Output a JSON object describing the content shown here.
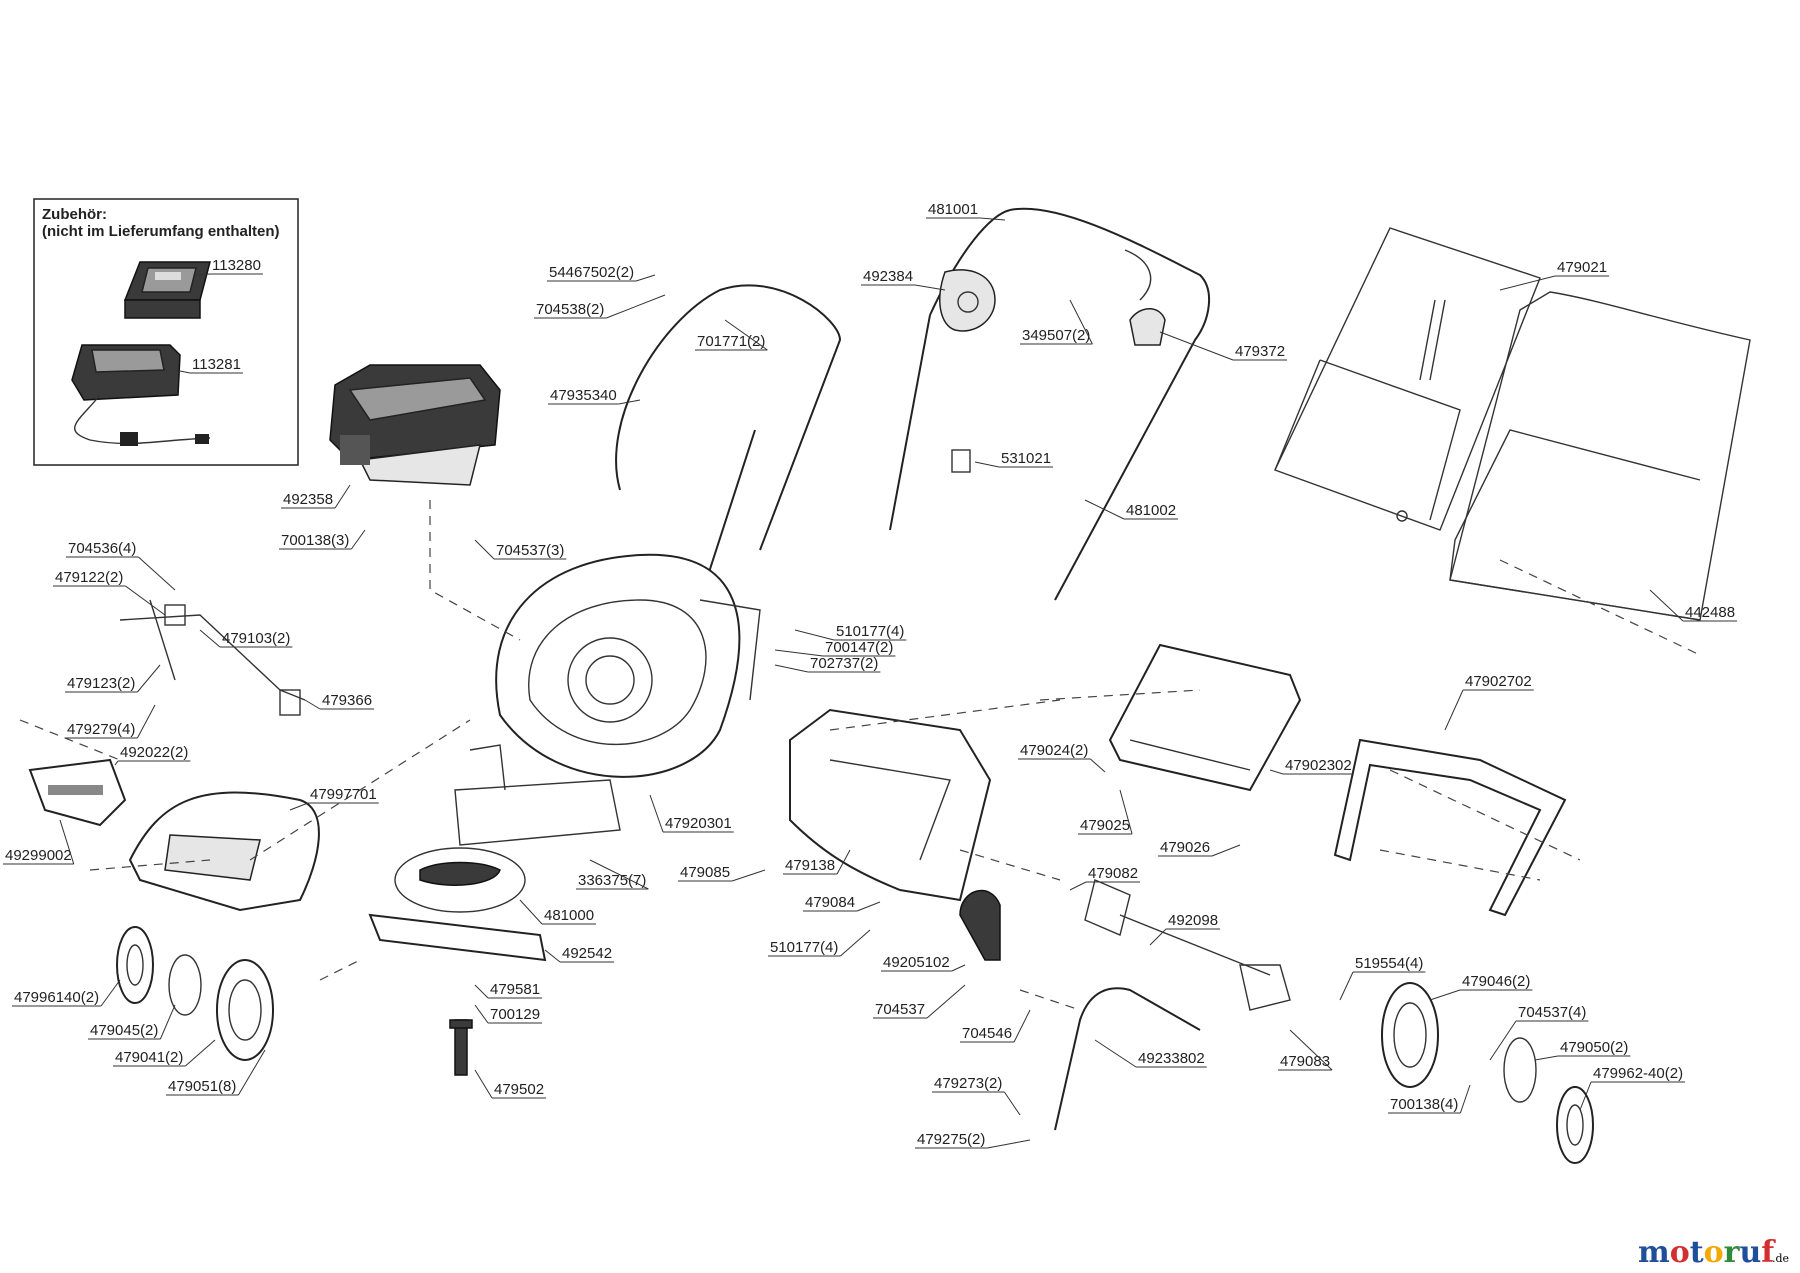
{
  "accessories": {
    "title_line1": "Zubehör:",
    "title_line2": "(nicht im Lieferumfang enthalten)"
  },
  "parts": [
    {
      "id": "113280",
      "label": "113280"
    },
    {
      "id": "113281",
      "label": "113281"
    },
    {
      "id": "481001",
      "label": "481001"
    },
    {
      "id": "492384",
      "label": "492384"
    },
    {
      "id": "349507",
      "label": "349507(2)"
    },
    {
      "id": "479372",
      "label": "479372"
    },
    {
      "id": "479021",
      "label": "479021"
    },
    {
      "id": "54467502",
      "label": "54467502(2)"
    },
    {
      "id": "704538",
      "label": "704538(2)"
    },
    {
      "id": "701771",
      "label": "701771(2)"
    },
    {
      "id": "47935340",
      "label": "47935340"
    },
    {
      "id": "531021",
      "label": "531021"
    },
    {
      "id": "481002",
      "label": "481002"
    },
    {
      "id": "492358",
      "label": "492358"
    },
    {
      "id": "700138-3",
      "label": "700138(3)"
    },
    {
      "id": "704537-3",
      "label": "704537(3)"
    },
    {
      "id": "704536",
      "label": "704536(4)"
    },
    {
      "id": "479122",
      "label": "479122(2)"
    },
    {
      "id": "479103",
      "label": "479103(2)"
    },
    {
      "id": "479123",
      "label": "479123(2)"
    },
    {
      "id": "479366",
      "label": "479366"
    },
    {
      "id": "479279",
      "label": "479279(4)"
    },
    {
      "id": "492022",
      "label": "492022(2)"
    },
    {
      "id": "47997701",
      "label": "47997701"
    },
    {
      "id": "49299002",
      "label": "49299002"
    },
    {
      "id": "510177-4a",
      "label": "510177(4)"
    },
    {
      "id": "700147",
      "label": "700147(2)"
    },
    {
      "id": "702737",
      "label": "702737(2)"
    },
    {
      "id": "442488",
      "label": "442488"
    },
    {
      "id": "47902702",
      "label": "47902702"
    },
    {
      "id": "479024",
      "label": "479024(2)"
    },
    {
      "id": "47902302",
      "label": "47902302"
    },
    {
      "id": "479025",
      "label": "479025"
    },
    {
      "id": "479026",
      "label": "479026"
    },
    {
      "id": "47920301",
      "label": "47920301"
    },
    {
      "id": "336375",
      "label": "336375(7)"
    },
    {
      "id": "479085",
      "label": "479085"
    },
    {
      "id": "479138",
      "label": "479138"
    },
    {
      "id": "479084",
      "label": "479084"
    },
    {
      "id": "510177-4b",
      "label": "510177(4)"
    },
    {
      "id": "479082",
      "label": "479082"
    },
    {
      "id": "492098",
      "label": "492098"
    },
    {
      "id": "481000",
      "label": "481000"
    },
    {
      "id": "492542",
      "label": "492542"
    },
    {
      "id": "479581",
      "label": "479581"
    },
    {
      "id": "700129",
      "label": "700129"
    },
    {
      "id": "479502",
      "label": "479502"
    },
    {
      "id": "49205102",
      "label": "49205102"
    },
    {
      "id": "704537",
      "label": "704537"
    },
    {
      "id": "704546",
      "label": "704546"
    },
    {
      "id": "519554",
      "label": "519554(4)"
    },
    {
      "id": "479046",
      "label": "479046(2)"
    },
    {
      "id": "704537-4",
      "label": "704537(4)"
    },
    {
      "id": "479050",
      "label": "479050(2)"
    },
    {
      "id": "479962-40",
      "label": "479962-40(2)"
    },
    {
      "id": "700138-4",
      "label": "700138(4)"
    },
    {
      "id": "479083",
      "label": "479083"
    },
    {
      "id": "49233802",
      "label": "49233802"
    },
    {
      "id": "479273",
      "label": "479273(2)"
    },
    {
      "id": "479275",
      "label": "479275(2)"
    },
    {
      "id": "47996140",
      "label": "47996140(2)"
    },
    {
      "id": "479045",
      "label": "479045(2)"
    },
    {
      "id": "479041",
      "label": "479041(2)"
    },
    {
      "id": "479051",
      "label": "479051(8)"
    }
  ],
  "brand": {
    "letters": [
      "m",
      "o",
      "t",
      "o",
      "r",
      "u",
      "f"
    ],
    "letter_colors": [
      "#1f4e9a",
      "#d32f2f",
      "#1f4e9a",
      "#f2a900",
      "#2e8b3a",
      "#1f4e9a",
      "#d32f2f"
    ],
    "suffix": ".de"
  }
}
